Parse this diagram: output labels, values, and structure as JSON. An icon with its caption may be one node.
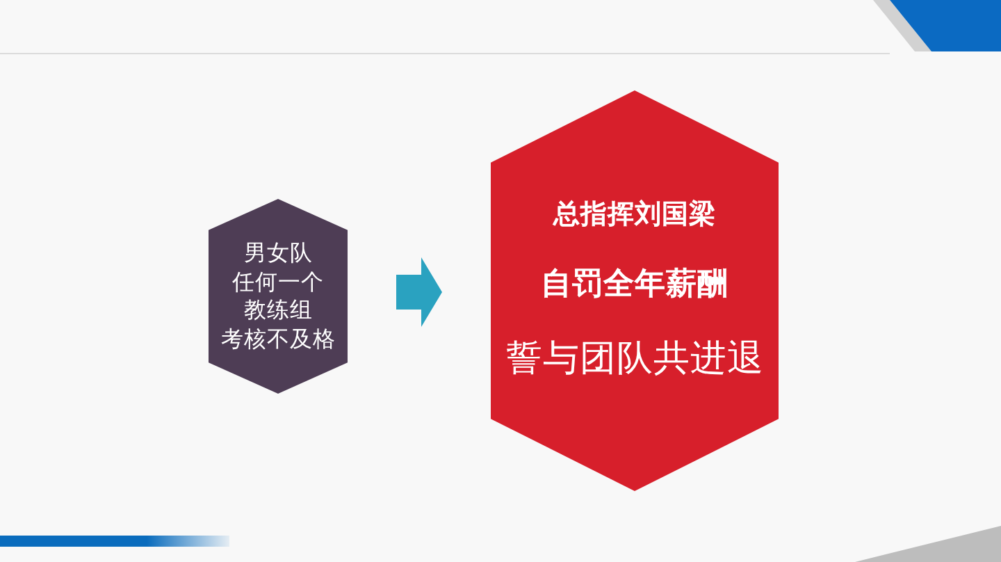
{
  "diagram": {
    "nodes": [
      {
        "text": [
          "男女队",
          "任何一个",
          "教练组",
          "考核不及格"
        ]
      },
      {
        "text": [
          "总指挥刘国梁",
          "自罚全年薪酬",
          "誓与团队共进退"
        ]
      }
    ],
    "edges": [
      {
        "from": 0,
        "to": 1,
        "arrow": "to"
      }
    ]
  }
}
